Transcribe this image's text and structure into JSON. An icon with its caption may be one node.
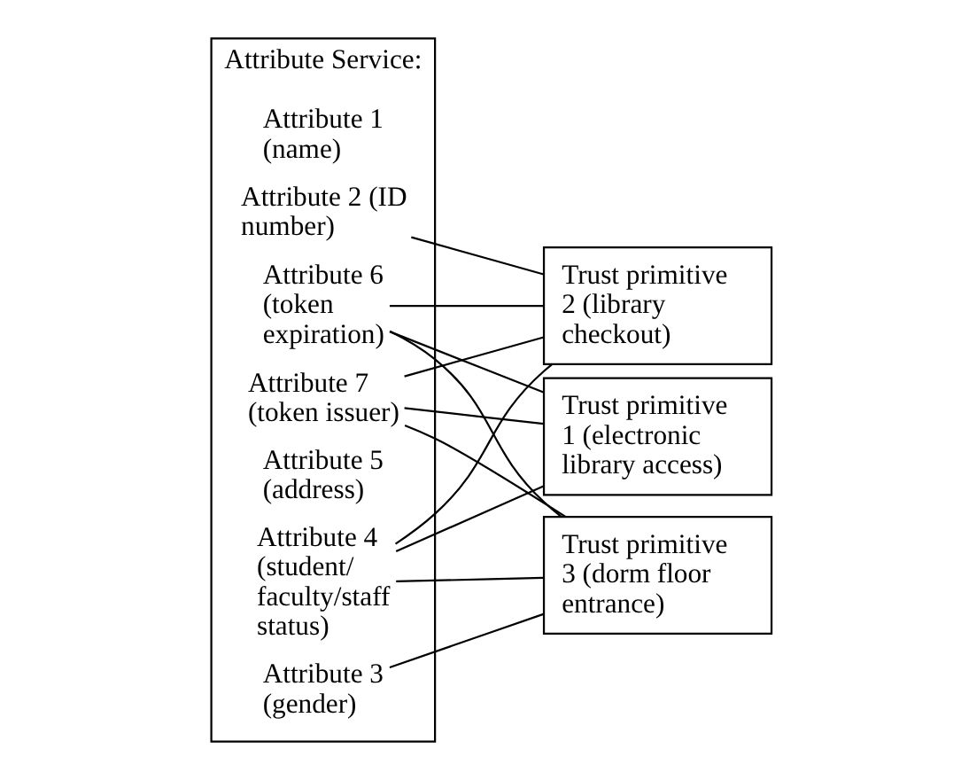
{
  "diagram": {
    "nodes": [
      {
        "text": [
          "Attribute Service:"
        ]
      },
      {
        "text": [
          "Attribute 1 (name)"
        ],
        "in": 0
      },
      {
        "text": [
          "Attribute 2 (ID number)"
        ],
        "in": 0
      },
      {
        "text": [
          "Attribute 3 (gender)"
        ],
        "in": 0
      },
      {
        "text": [
          "Attribute 4 (student/ faculty/staff status)"
        ],
        "in": 0
      },
      {
        "text": [
          "Attribute 5 (address)"
        ],
        "in": 0
      },
      {
        "text": [
          "Attribute 6 (token expiration)"
        ],
        "in": 0
      },
      {
        "text": [
          "Attribute 7 (token issuer)"
        ],
        "in": 0
      },
      {
        "text": [
          "Trust primitive 3 (dorm floor entrance)"
        ]
      },
      {
        "text": [
          "Trust primitive 2 (library checkout)"
        ]
      },
      {
        "text": [
          "Trust primitive 1 (electronic library access)"
        ]
      }
    ],
    "edges": [
      {
        "from": 2,
        "to": 9,
        "arrow": "none"
      },
      {
        "from": 3,
        "to": 8,
        "arrow": "none"
      },
      {
        "from": 4,
        "to": 8,
        "arrow": "none"
      },
      {
        "from": 4,
        "to": 9,
        "arrow": "none"
      },
      {
        "from": 4,
        "to": 10,
        "arrow": "none"
      },
      {
        "from": 6,
        "to": 8,
        "arrow": "none"
      },
      {
        "from": 6,
        "to": 9,
        "arrow": "none"
      },
      {
        "from": 6,
        "to": 10,
        "arrow": "none"
      },
      {
        "from": 7,
        "to": 8,
        "arrow": "none"
      },
      {
        "from": 7,
        "to": 9,
        "arrow": "none"
      },
      {
        "from": 7,
        "to": 10,
        "arrow": "none"
      }
    ]
  }
}
